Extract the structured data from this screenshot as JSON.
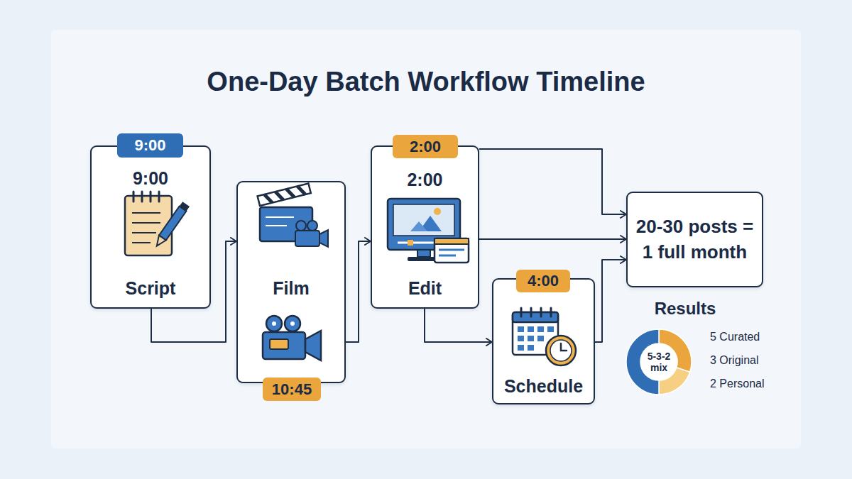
{
  "diagram": {
    "title": "One-Day Batch Workflow Timeline",
    "nodes": [
      {
        "text": [
          "9:00"
        ]
      },
      {
        "text": [
          "9:00",
          "Script"
        ]
      },
      {
        "text": [
          "Film"
        ]
      },
      {
        "text": [
          "10:45"
        ]
      },
      {
        "text": [
          "2:00"
        ]
      },
      {
        "text": [
          "2:00",
          "Edit"
        ]
      },
      {
        "text": [
          "4:00"
        ]
      },
      {
        "text": [
          "Schedule"
        ]
      },
      {
        "text": [
          "20-30 posts = 1 full month"
        ]
      },
      {
        "text": [
          "Results",
          "5-3-2 mix"
        ]
      }
    ],
    "edges": [
      {
        "from": 1,
        "to": 2,
        "arrow": "to"
      },
      {
        "from": 2,
        "to": 5,
        "arrow": "to"
      },
      {
        "from": 5,
        "to": 7,
        "arrow": "to"
      },
      {
        "from": 5,
        "to": 8,
        "arrow": "to"
      },
      {
        "from": 5,
        "to": 8,
        "arrow": "to"
      },
      {
        "from": 7,
        "to": 8,
        "arrow": "to"
      }
    ],
    "labels": [
      "5 Curated",
      "3 Original",
      "2 Personal"
    ]
  }
}
